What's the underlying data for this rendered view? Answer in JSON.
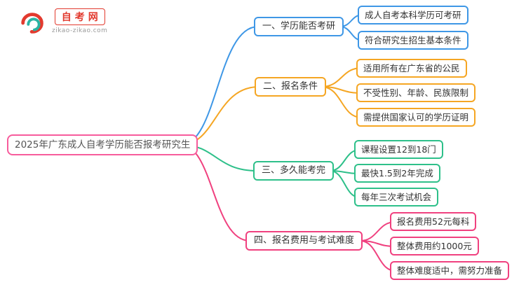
{
  "logo": {
    "title": "自考网",
    "subtitle": "zikao-zikao.com"
  },
  "colors": {
    "root": "#F75C9C",
    "logo_red": "#E23A2E",
    "logo_teal": "#2BB3A3"
  },
  "mindmap": {
    "root": "2025年广东成人自考学历能否报考研究生",
    "branches": [
      {
        "label": "一、学历能否考研",
        "color": "#3E97E6",
        "children": [
          "成人自考本科学历可考研",
          "符合研究生招生基本条件"
        ]
      },
      {
        "label": "二、报名条件",
        "color": "#F5A623",
        "children": [
          "适用所有在广东省的公民",
          "不受性别、年龄、民族限制",
          "需提供国家认可的学历证明"
        ]
      },
      {
        "label": "三、多久能考完",
        "color": "#2EC08A",
        "children": [
          "课程设置12到18门",
          "最快1.5到2年完成",
          "每年三次考试机会"
        ]
      },
      {
        "label": "四、报名费用与考试难度",
        "color": "#F0417F",
        "children": [
          "报名费用52元每科",
          "整体费用约1000元",
          "整体难度适中，需努力准备"
        ]
      }
    ]
  }
}
